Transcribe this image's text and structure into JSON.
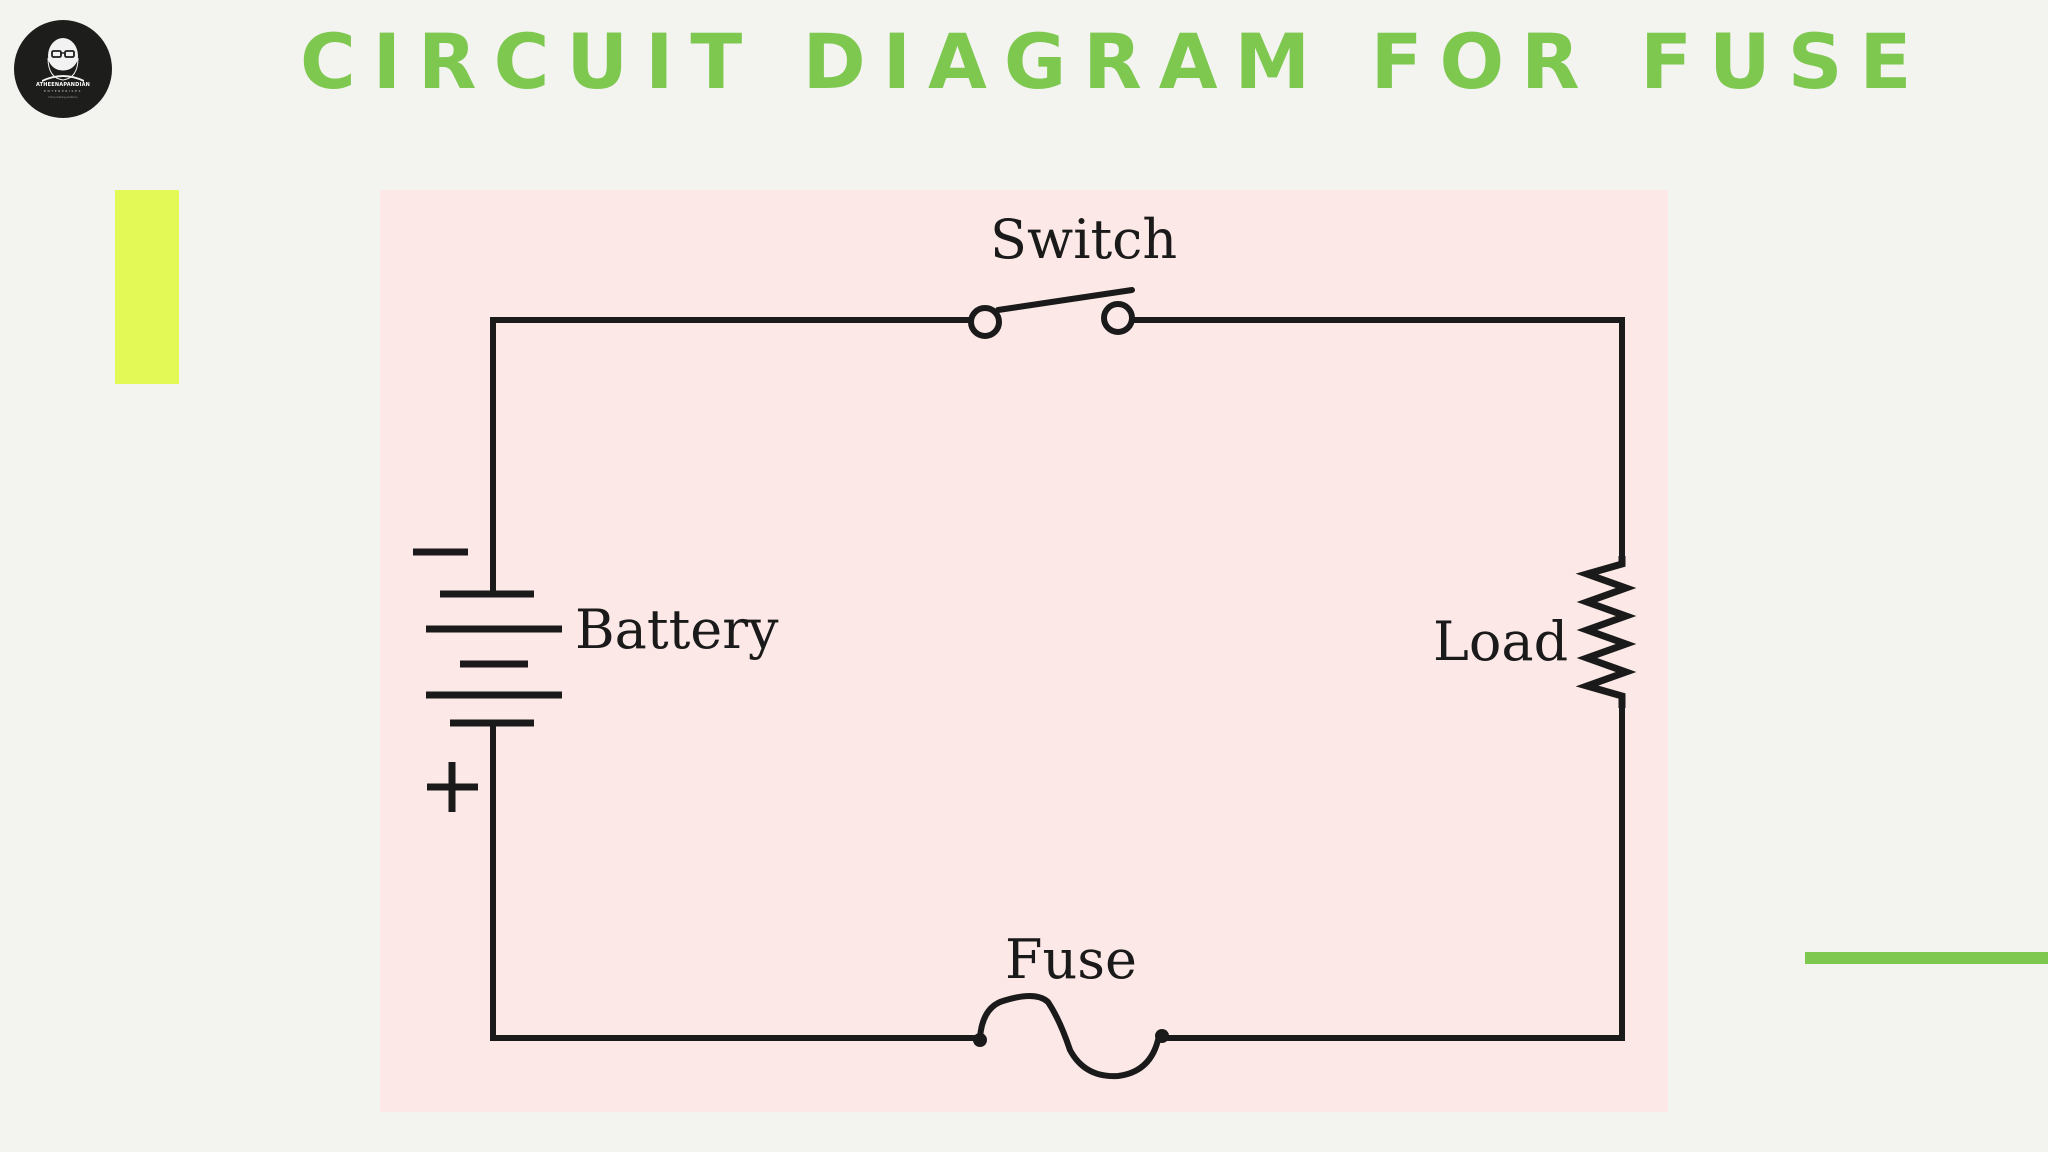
{
  "slide": {
    "title": "CIRCUIT DIAGRAM FOR FUSE"
  },
  "logo": {
    "name": "ATHEENAPANDIAN",
    "subtitle": "ENTERPRISES",
    "tagline": "home making solutions"
  },
  "diagram": {
    "labels": {
      "switch": "Switch",
      "battery": "Battery",
      "load": "Load",
      "fuse": "Fuse",
      "negative": "−",
      "positive": "+"
    }
  },
  "colors": {
    "background": "#f3f3f0",
    "title": "#7ec850",
    "panel": "#fce8e6",
    "accent_yellow": "#e3f955",
    "accent_green": "#7ec850",
    "wire": "#1a1a1a"
  }
}
